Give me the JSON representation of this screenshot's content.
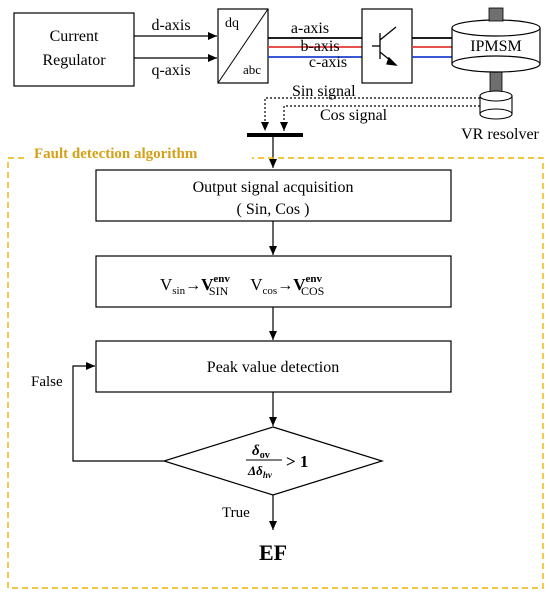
{
  "top_diagram": {
    "current_regulator": [
      "Current",
      "Regulator"
    ],
    "d_axis": "d-axis",
    "q_axis": "q-axis",
    "transform_top": "dq",
    "transform_bottom": "abc",
    "a_axis": "a-axis",
    "b_axis": "b-axis",
    "c_axis": "c-axis",
    "motor": "IPMSM",
    "sin_signal": "Sin signal",
    "cos_signal": "Cos signal",
    "resolver": "VR resolver",
    "colors": {
      "a_line": "#000000",
      "b_line": "#e53935",
      "c_line": "#1e3fd0"
    }
  },
  "algorithm": {
    "title": "Fault detection algorithm",
    "border_color": "#f0b400",
    "step1": [
      "Output signal acquisition",
      "( Sin, Cos )"
    ],
    "step2": {
      "vsin": "V",
      "vsin_sub": "sin",
      "arrow": "→",
      "vsin_env": "V",
      "vsin_env_sup": "env",
      "vsin_env_sub": "SIN",
      "vcos": "V",
      "vcos_sub": "cos",
      "vcos_env": "V",
      "vcos_env_sup": "env",
      "vcos_env_sub": "COS"
    },
    "step3": "Peak value detection",
    "decision": {
      "num": "δ",
      "num_sub": "ov",
      "den": "Δδ",
      "den_sub": "hv",
      "cmp": "> 1"
    },
    "false_label": "False",
    "true_label": "True",
    "end": "EF"
  }
}
